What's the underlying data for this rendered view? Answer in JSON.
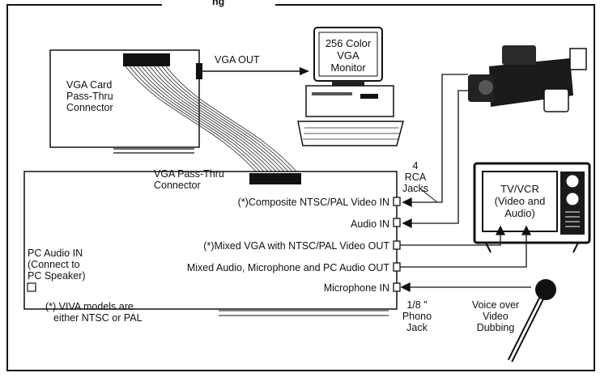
{
  "labels": {
    "top_fragment": "ng",
    "vga_card": "VGA Card",
    "pass_thru_connector": "Pass-Thru",
    "connector": "Connector",
    "vga_out": "VGA OUT",
    "monitor_line1": "256 Color",
    "monitor_line2": "VGA",
    "monitor_line3": "Monitor",
    "tv_line1": "TV/VCR",
    "tv_line2": "(Video and",
    "tv_line3": "Audio)",
    "rca_line1": "4",
    "rca_line2": "RCA",
    "rca_line3": "Jacks",
    "vga_pass_thru_line1": "VGA Pass-Thru",
    "vga_pass_thru_line2": "Connector",
    "composite_in": "(*)Composite NTSC/PAL Video IN",
    "audio_in": "Audio IN",
    "mixed_vga_out": "(*)Mixed VGA with NTSC/PAL Video OUT",
    "mixed_audio_out": "Mixed Audio, Microphone and PC Audio OUT",
    "microphone_in": "Microphone IN",
    "pc_audio_line1": "PC Audio IN",
    "pc_audio_line2": "(Connect to",
    "pc_audio_line3": "PC Speaker)",
    "footnote_line1": "(*) VIVA models are",
    "footnote_line2": "either NTSC or PAL",
    "phono_line1": "1/8 \"",
    "phono_line2": "Phono",
    "phono_line3": "Jack",
    "voice_line1": "Voice over",
    "voice_line2": "Video",
    "voice_line3": "Dubbing"
  }
}
